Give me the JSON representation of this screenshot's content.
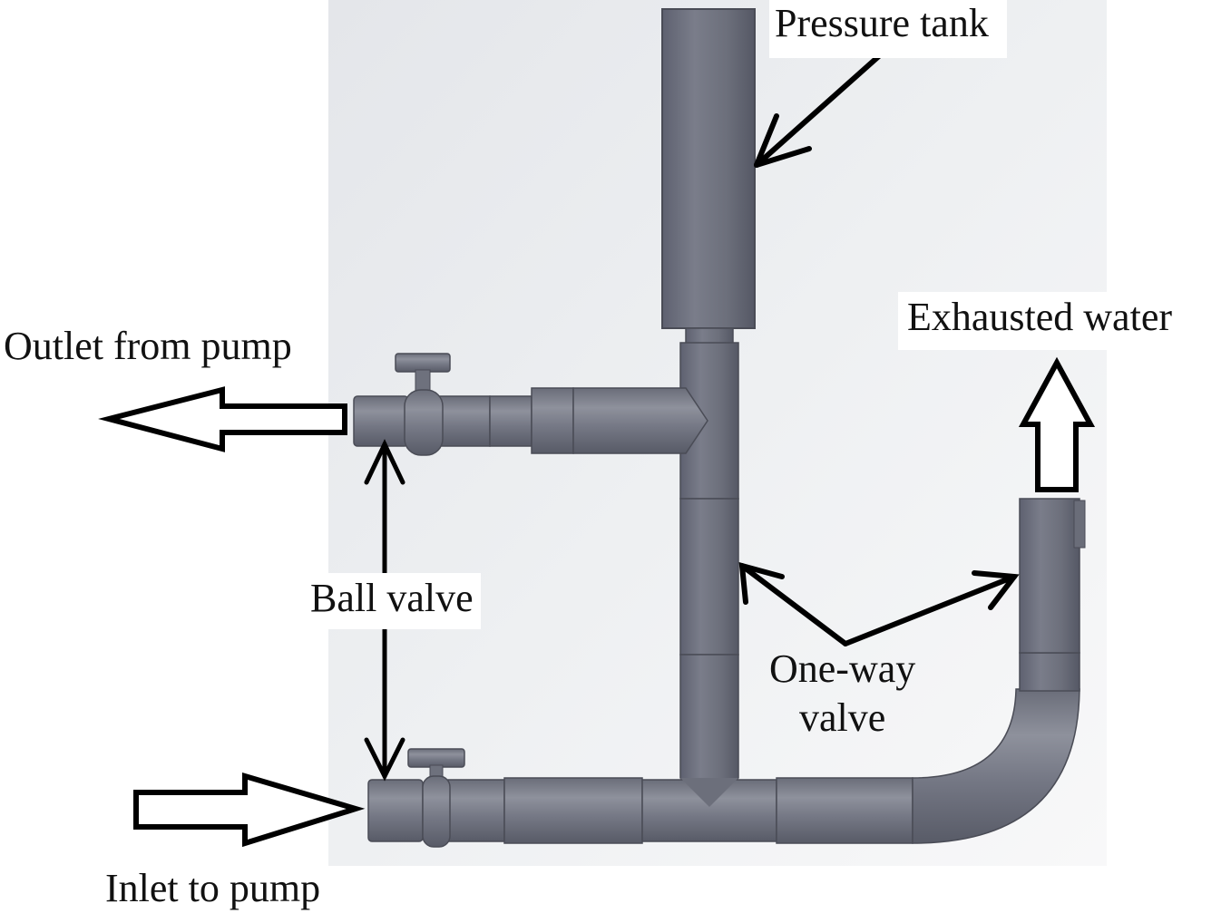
{
  "figure": {
    "title": "Pump pressure tank piping assembly",
    "labels": {
      "pressure_tank": "Pressure tank",
      "exhausted_water": "Exhausted water",
      "outlet_from_pump": "Outlet from pump",
      "ball_valve": "Ball valve",
      "one_way_valve_line1": "One-way",
      "one_way_valve_line2": "valve",
      "inlet_to_pump": "Inlet to pump"
    },
    "colors": {
      "pipe": "#6b6e7a",
      "pipe_light": "#8a8d98",
      "pipe_dark": "#4e505a",
      "background_top": "#e9ebee",
      "background_bottom": "#f6f7f8",
      "arrow": "#000000"
    }
  }
}
